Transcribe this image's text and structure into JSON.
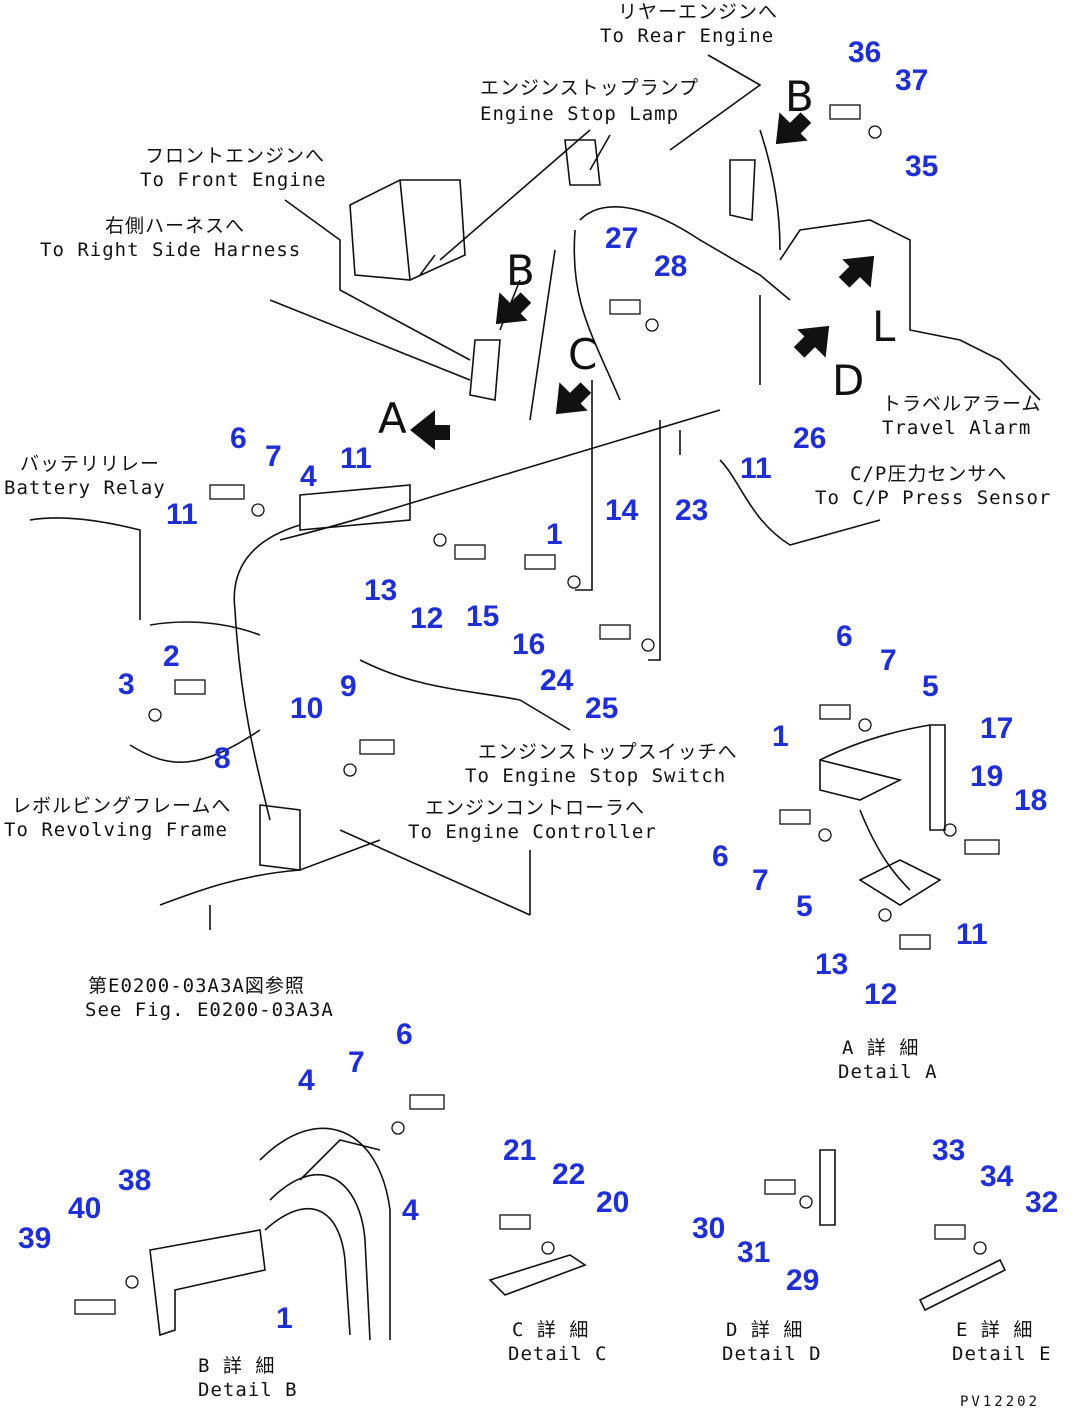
{
  "labels": {
    "rear_engine_jp": "リヤーエンジンへ",
    "rear_engine_en": "To Rear Engine",
    "stop_lamp_jp": "エンジンストップランプ",
    "stop_lamp_en": "Engine Stop Lamp",
    "front_engine_jp": "フロントエンジンへ",
    "front_engine_en": "To Front Engine",
    "right_harness_jp": "右側ハーネスへ",
    "right_harness_en": "To Right Side Harness",
    "battery_relay_jp": "バッテリリレー",
    "battery_relay_en": "Battery Relay",
    "travel_alarm_jp": "トラベルアラーム",
    "travel_alarm_en": "Travel Alarm",
    "press_sensor_jp": "C/P圧力センサへ",
    "press_sensor_en": "To C/P Press Sensor",
    "stop_switch_jp": "エンジンストップスイッチへ",
    "stop_switch_en": "To Engine Stop Switch",
    "revolving_jp": "レボルビングフレームへ",
    "revolving_en": "To Revolving Frame",
    "controller_jp": "エンジンコントローラへ",
    "controller_en": "To Engine Controller",
    "seefig_jp": "第E0200-03A3A図参照",
    "seefig_en": "See Fig. E0200-03A3A",
    "detail_a_jp": "A 詳 細",
    "detail_a_en": "Detail A",
    "detail_b_jp": "B 詳 細",
    "detail_b_en": "Detail B",
    "detail_c_jp": "C 詳 細",
    "detail_c_en": "Detail C",
    "detail_d_jp": "D 詳 細",
    "detail_d_en": "Detail D",
    "detail_e_jp": "E 詳 細",
    "detail_e_en": "Detail E",
    "drawing_code": "PV12202"
  },
  "view_letters": [
    "B",
    "B",
    "C",
    "A",
    "D",
    "L"
  ],
  "part_numbers": [
    "36",
    "37",
    "35",
    "27",
    "28",
    "26",
    "11",
    "23",
    "14",
    "1",
    "6",
    "7",
    "4",
    "11",
    "11",
    "13",
    "12",
    "15",
    "16",
    "24",
    "25",
    "2",
    "3",
    "9",
    "10",
    "8",
    "6",
    "7",
    "5",
    "17",
    "1",
    "19",
    "18",
    "6",
    "7",
    "5",
    "11",
    "13",
    "12",
    "6",
    "7",
    "4",
    "4",
    "38",
    "40",
    "39",
    "1",
    "21",
    "22",
    "20",
    "30",
    "31",
    "29",
    "33",
    "34",
    "32"
  ]
}
